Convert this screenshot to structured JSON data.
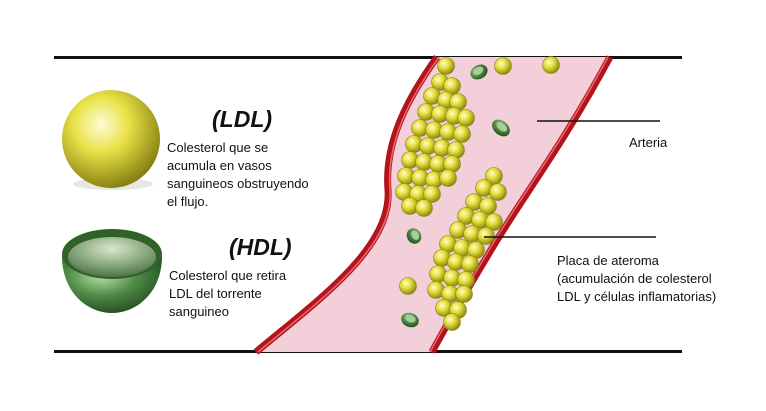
{
  "ldl": {
    "heading": "(LDL)",
    "lines": [
      "Colesterol que se",
      "acumula en vasos",
      "sanguineos obstruyendo",
      "el flujo."
    ]
  },
  "hdl": {
    "heading": "(HDL)",
    "lines": [
      "Colesterol que retira",
      "LDL del torrente",
      "sanguineo"
    ]
  },
  "labels": {
    "arteria": "Arteria",
    "placa": [
      "Placa de ateroma",
      "(acumulación de colesterol",
      "LDL y células inflamatorias)"
    ]
  },
  "colors": {
    "artery_wall": "#b3141b",
    "vessel_lumen": "#f3cfd9",
    "ldl_particle": "#d9d630",
    "hdl_particle": "#3e7d37"
  }
}
